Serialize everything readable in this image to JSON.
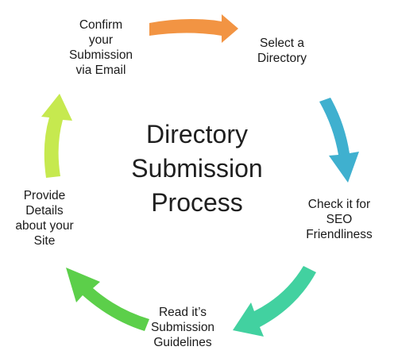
{
  "center_title": "Directory\nSubmission\nProcess",
  "steps": [
    {
      "id": "select",
      "label": "Select a\nDirectory"
    },
    {
      "id": "check",
      "label": "Check it for\nSEO\nFriendliness"
    },
    {
      "id": "read",
      "label": "Read it’s\nSubmission\nGuidelines"
    },
    {
      "id": "provide",
      "label": "Provide\nDetails\nabout your\nSite"
    },
    {
      "id": "confirm",
      "label": "Confirm\nyour\nSubmission\nvia Email"
    }
  ],
  "arrows": [
    {
      "from": "confirm",
      "to": "select",
      "color": "#f29443"
    },
    {
      "from": "select",
      "to": "check",
      "color": "#3fb0cf"
    },
    {
      "from": "check",
      "to": "read",
      "color": "#42d1a0"
    },
    {
      "from": "read",
      "to": "provide",
      "color": "#5ccf4a"
    },
    {
      "from": "provide",
      "to": "confirm",
      "color": "#c6e94f"
    }
  ],
  "colors": {
    "text": "#1a1a1a",
    "background": "#ffffff"
  }
}
